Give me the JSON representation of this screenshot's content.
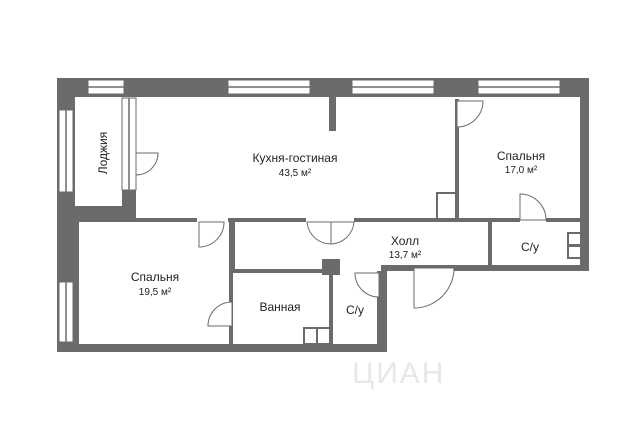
{
  "rooms": {
    "kitchen": {
      "name": "Кухня-гостиная",
      "area": "43,5 м²"
    },
    "bedroom_right": {
      "name": "Спальня",
      "area": "17,0 м²"
    },
    "bedroom_left": {
      "name": "Спальня",
      "area": "19,5 м²"
    },
    "hall": {
      "name": "Холл",
      "area": "13,7 м²"
    },
    "loggia": {
      "name": "Лоджия"
    },
    "bathroom": {
      "name": "Ванная"
    },
    "wc_right": {
      "name": "С/у"
    },
    "wc_center": {
      "name": "С/у"
    }
  },
  "watermark": {
    "text": "ЦИАН"
  },
  "colors": {
    "wall": "#6b6b6b",
    "background": "#ffffff"
  }
}
